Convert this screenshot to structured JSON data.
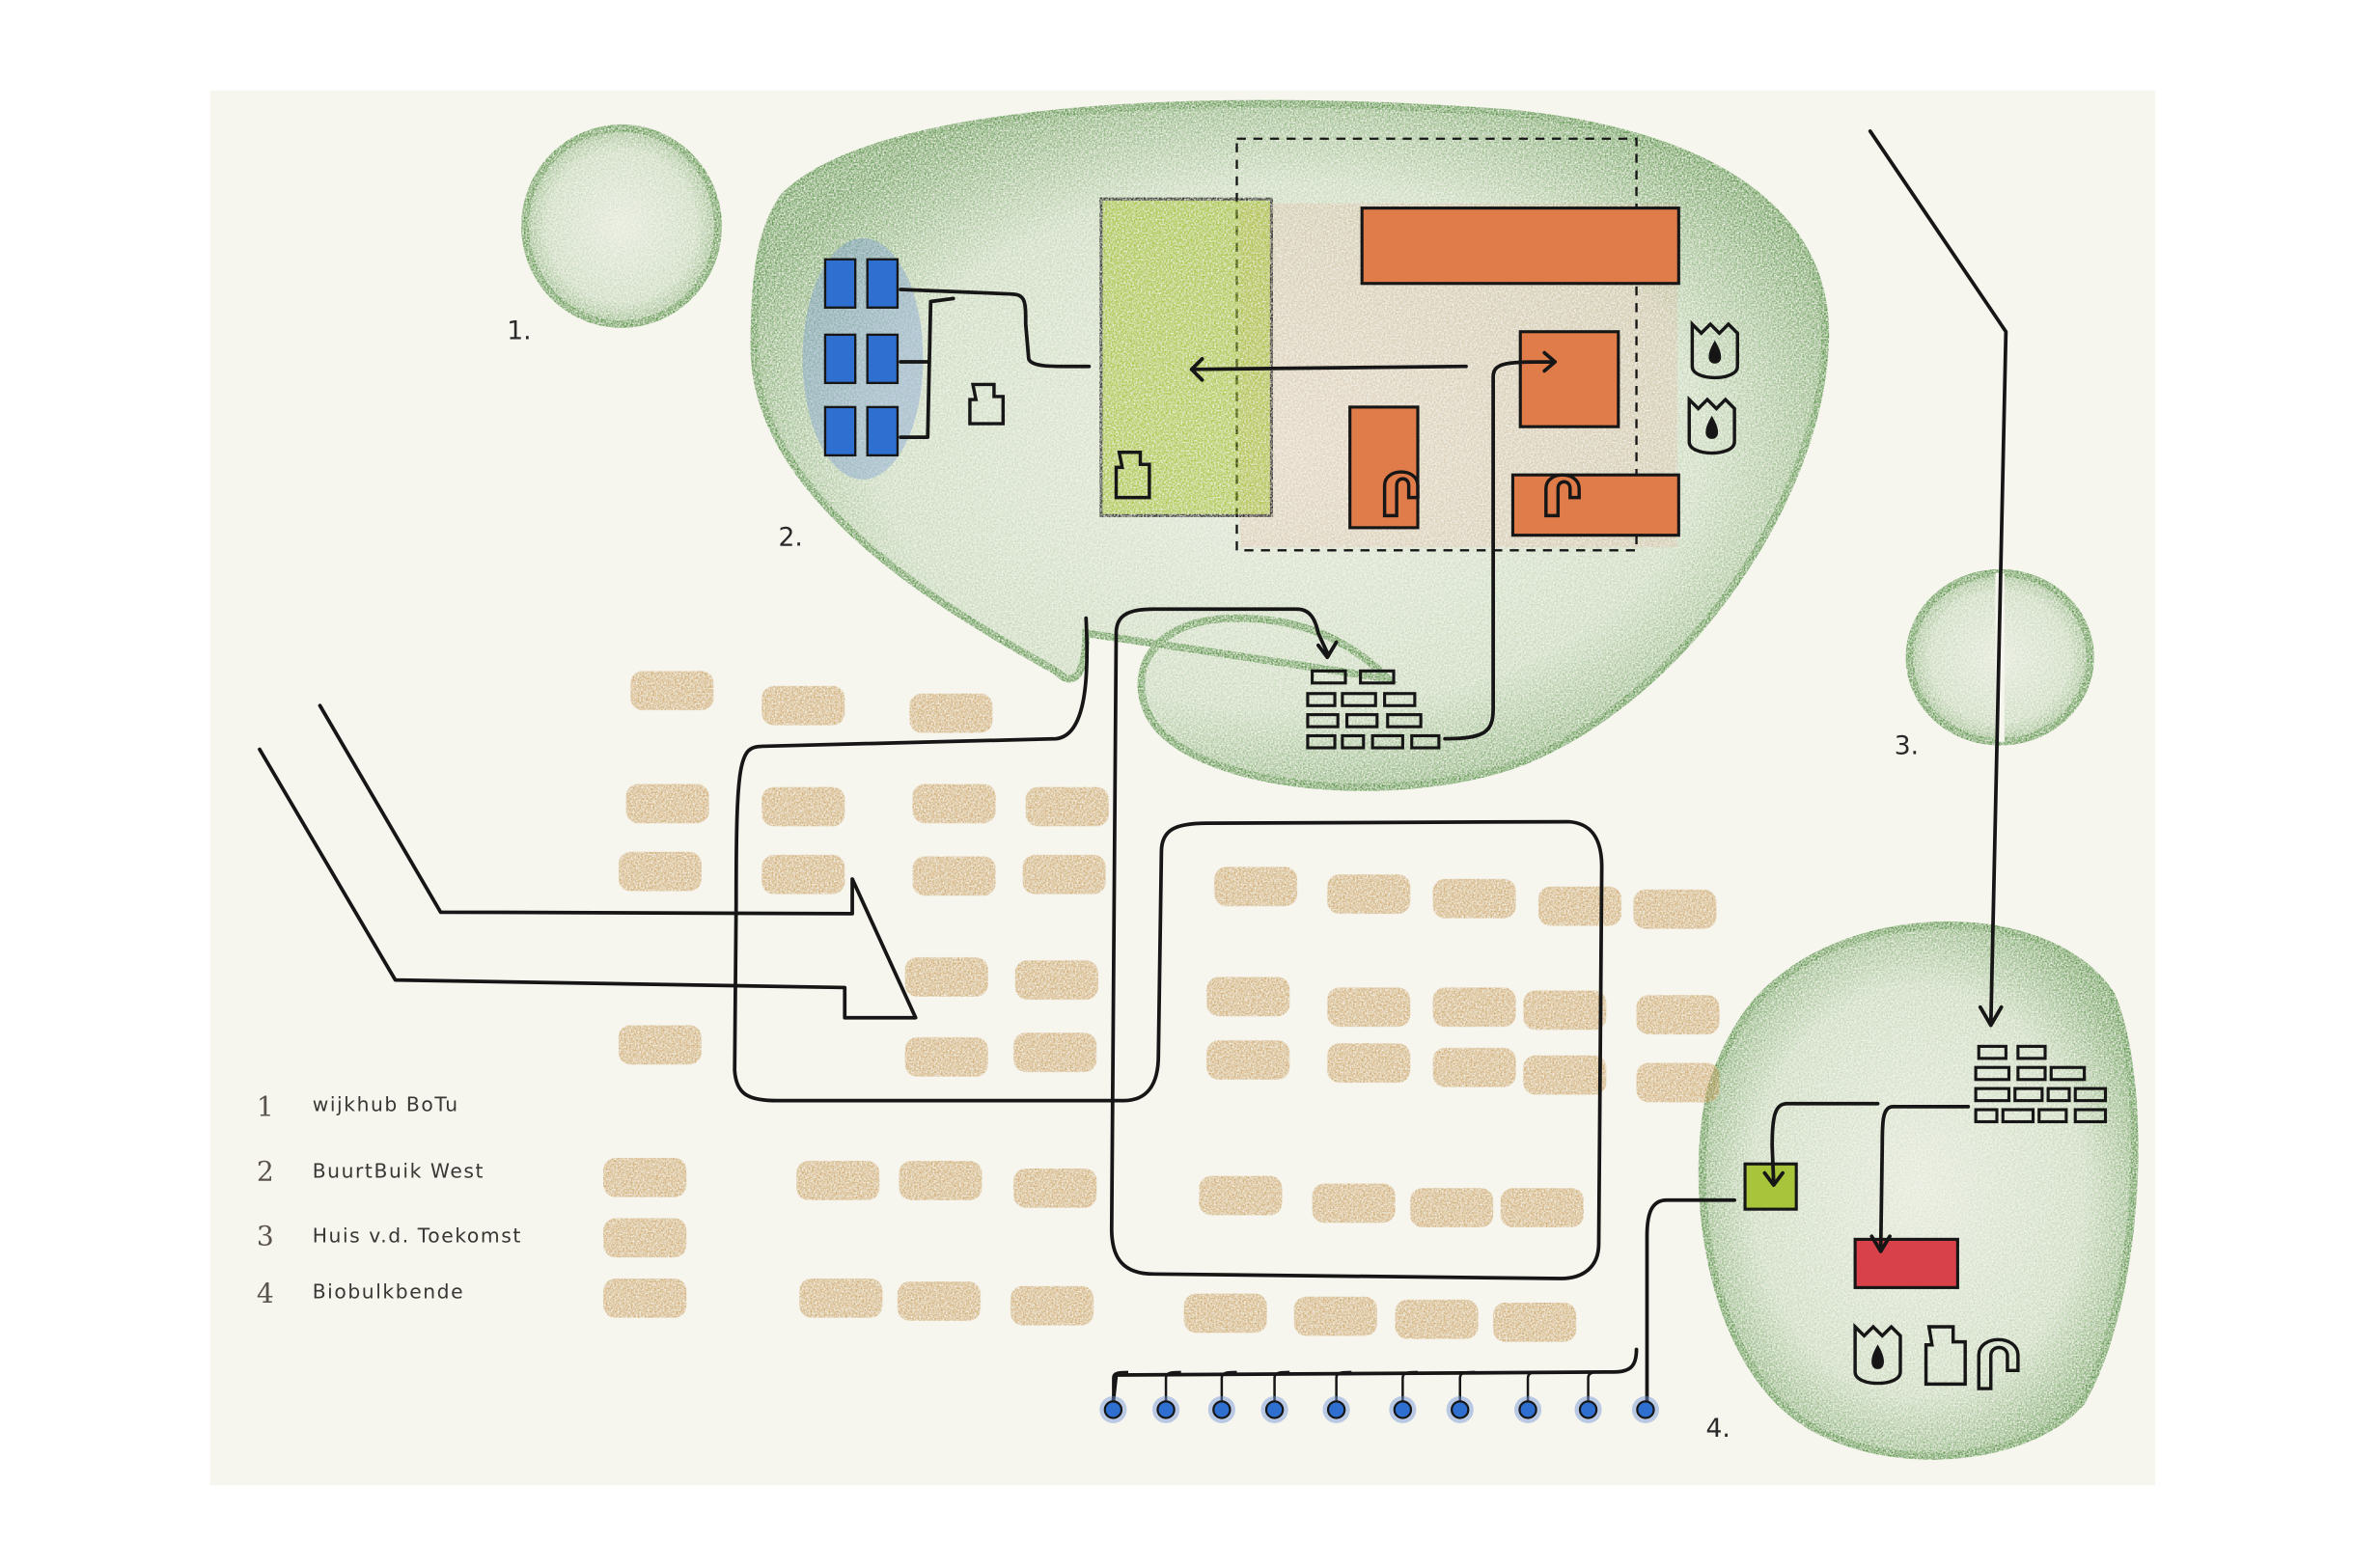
{
  "title": "Neighbourhood food network sketch",
  "legend": [
    {
      "num": "1",
      "label": "wijkhub BoTu"
    },
    {
      "num": "2",
      "label": "BuurtBuik West"
    },
    {
      "num": "3",
      "label": "Huis v.d. Toekomst"
    },
    {
      "num": "4",
      "label": "Biobulkbende"
    }
  ],
  "site_labels": [
    "1.",
    "2.",
    "3.",
    "4."
  ],
  "colors": {
    "paper": "#f6f5ee",
    "green": "#5e9a4c",
    "lime": "#a8c43a",
    "orange": "#e07b4a",
    "red": "#d9414a",
    "blue": "#2f6fd0",
    "field": "#c79a57",
    "ink": "#161616"
  }
}
